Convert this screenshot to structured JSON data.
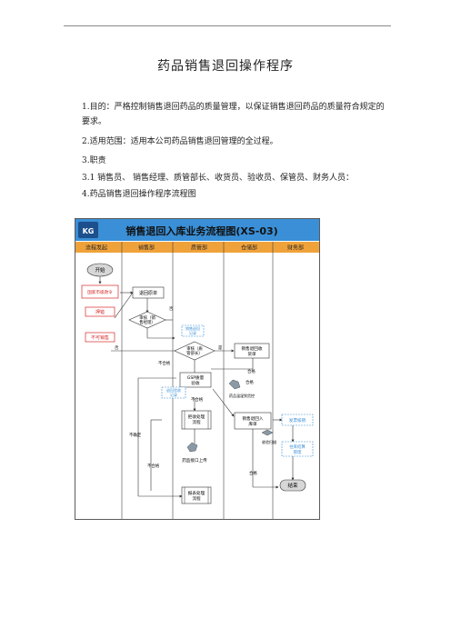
{
  "doc": {
    "title": "药品销售退回操作程序",
    "purpose": "1.目的：严格控制销售退回药品的质量管理，以保证销售退回药品的质量符合规定的要求。",
    "scope": "2.适用范围：适用本公司药品销售退回管理的全过程。",
    "duties_heading": "3.职责",
    "duties": "3.1 销售员、 销售经理、质管部长、收货员、验收员、保管员、财务人员：",
    "flow_heading": "4.药品销售退回操作程序流程图"
  },
  "flowchart": {
    "logo": "KG",
    "title": "销售退回入库业务流程图(XS-03)",
    "lanes": [
      "流程发起",
      "销售部",
      "质管部",
      "仓储部",
      "财务部"
    ],
    "nodes": {
      "start": "开始",
      "recall": "国家市级政令",
      "ship": "押错",
      "unsellable": "不可销售",
      "return_order": "退回原单",
      "review_line1": "审核（销",
      "review_line2": "售经理）",
      "qm_review_line1": "审核（质",
      "qm_review_line2": "管部长）",
      "recv_order_line1": "销售退回收",
      "recv_order_line2": "货单",
      "gsp_line1": "GSP质量",
      "gsp_line2": "验收",
      "accept_line1": "拒收处理",
      "accept_line2": "流程",
      "instock_line1": "销售退回入",
      "instock_line2": "库单",
      "quality_record_line1": "销售退回",
      "quality_record_line2": "记录",
      "accept_record_line1": "退回验收",
      "accept_record_line2": "记录",
      "drug_trace": "药监接口上传",
      "cold_chain": "药品温湿到货控",
      "finance_check": "发票核销",
      "finance_settle_line1": "往来结算",
      "finance_settle_line2": "管理",
      "retrieve_line1": "报表处理",
      "retrieve_line2": "流程",
      "end": "结束",
      "scan": "收验扫描"
    },
    "labels": {
      "yes": "是",
      "no": "否",
      "pass": "合格",
      "fail": "不合格",
      "undecided": "不确定",
      "pass2": "合格"
    }
  }
}
